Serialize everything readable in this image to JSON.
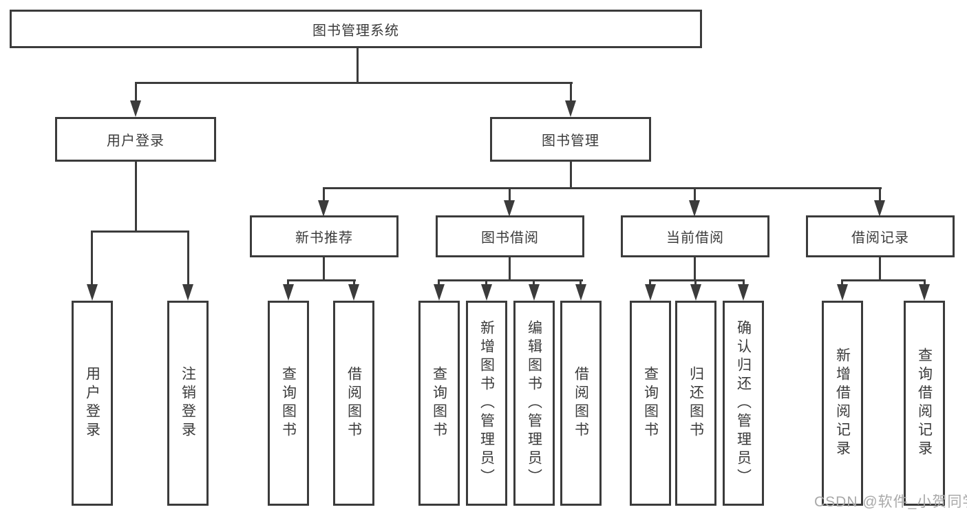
{
  "diagram": {
    "root": {
      "label": "图书管理系统"
    },
    "level2": [
      {
        "label": "用户登录"
      },
      {
        "label": "图书管理"
      }
    ],
    "level3": [
      {
        "label": "新书推荐"
      },
      {
        "label": "图书借阅"
      },
      {
        "label": "当前借阅"
      },
      {
        "label": "借阅记录"
      }
    ],
    "leaves": [
      {
        "label": "用户登录"
      },
      {
        "label": "注销登录"
      },
      {
        "label": "查询图书"
      },
      {
        "label": "借阅图书"
      },
      {
        "label": "查询图书"
      },
      {
        "label": "新增图书（管理员）"
      },
      {
        "label": "编辑图书（管理员）"
      },
      {
        "label": "借阅图书"
      },
      {
        "label": "查询图书"
      },
      {
        "label": "归还图书"
      },
      {
        "label": "确认归还（管理员）"
      },
      {
        "label": "新增借阅记录"
      },
      {
        "label": "查询借阅记录"
      }
    ],
    "colors": {
      "line": "#3b3b3b",
      "text": "#3b3b3b",
      "background": "#ffffff",
      "watermark": "#a9a9a9"
    }
  },
  "watermark": {
    "text": "CSDN @软件_小贺同学"
  }
}
